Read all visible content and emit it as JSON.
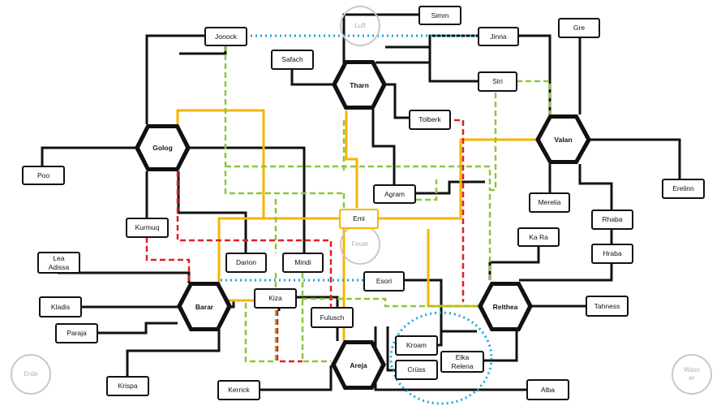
{
  "colors": {
    "line": "#111111",
    "gold": "#f5b400",
    "green": "#8dc63f",
    "red": "#e02020",
    "blue": "#1aa7e0",
    "element_circle": "#c8c8c8"
  },
  "elements": {
    "luft": "Luft",
    "feuer": "Feuer",
    "erde": "Erde",
    "wasser": "Wass\ner"
  },
  "hexagons": {
    "golog": "Golog",
    "tharn": "Tharn",
    "valan": "Valan",
    "barar": "Barar",
    "relthea": "Relthea",
    "areja": "Areja"
  },
  "nodes": {
    "simm": "Simm",
    "jonock": "Jonock",
    "jinna": "Jinna",
    "gre": "Gre",
    "safach": "Safach",
    "stri": "Stri",
    "tolberk": "Tolberk",
    "poo": "Poo",
    "agram": "Agram",
    "merelia": "Merelia",
    "erelinn": "Erelinn",
    "emi": "Emi",
    "kurmuq": "Kurmuq",
    "rhaba": "Rhaba",
    "ka_ra": "Ka Ra",
    "hraba": "Hraba",
    "lea_adissa": "Lea\nAdissa",
    "darion": "Darion",
    "mindi": "Mindi",
    "esori": "Esori",
    "kladis": "Kladis",
    "kiza": "Kiza",
    "tahness": "Tahness",
    "paraja": "Paraja",
    "fulusch": "Fulusch",
    "kroam": "Kroam",
    "elka_relena": "Elka\nRelena",
    "cruss": "Crüss",
    "krispa": "Krispa",
    "kerrick": "Kerrick",
    "alba": "Alba"
  }
}
